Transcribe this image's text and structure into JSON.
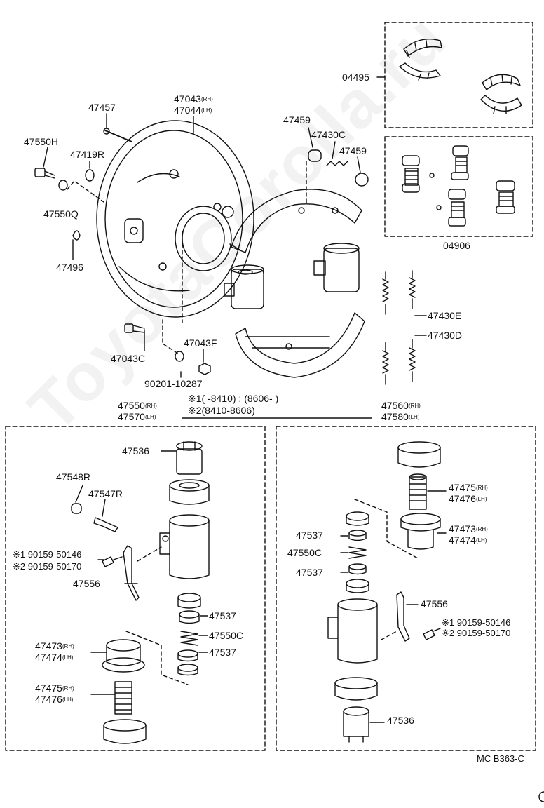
{
  "watermark": "ToyotaCorolla.ru",
  "footer_code": "MC B363-C",
  "kits": {
    "shoe_kit": "04495",
    "cylinder_kit": "04906"
  },
  "backing_plate": {
    "parts": {
      "p47457": "47457",
      "p47043_rh": "47043",
      "p47043_rh_sfx": "(RH)",
      "p47044_lh": "47044",
      "p47044_lh_sfx": "(LH)",
      "p47550h": "47550H",
      "p47419r": "47419R",
      "p47550q": "47550Q",
      "p47496": "47496",
      "p47043c": "47043C",
      "p47043f": "47043F",
      "p90201": "90201-10287",
      "p47459_a": "47459",
      "p47430c": "47430C",
      "p47459_b": "47459",
      "p47430e": "47430E",
      "p47430d": "47430D"
    }
  },
  "date_note": {
    "line1": "※1(     -8410) ; (8606-       )",
    "line2": "※2(8410-8606)"
  },
  "left_cylinder": {
    "title_rh": "47550",
    "title_rh_sfx": "(RH)",
    "title_lh": "47570",
    "title_lh_sfx": "(LH)",
    "parts": {
      "p47536": "47536",
      "p47548r": "47548R",
      "p47547r": "47547R",
      "bolt1": "※1 90159-50146",
      "bolt2": "※2 90159-50170",
      "p47556": "47556",
      "p47537_a": "47537",
      "p47550c": "47550C",
      "p47537_b": "47537",
      "p47473": "47473",
      "p47473_sfx": "(RH)",
      "p47474": "47474",
      "p47474_sfx": "(LH)",
      "p47475": "47475",
      "p47475_sfx": "(RH)",
      "p47476": "47476",
      "p47476_sfx": "(LH)"
    }
  },
  "right_cylinder": {
    "title_rh": "47560",
    "title_rh_sfx": "(RH)",
    "title_lh": "47580",
    "title_lh_sfx": "(LH)",
    "parts": {
      "p47475": "47475",
      "p47475_sfx": "(RH)",
      "p47476": "47476",
      "p47476_sfx": "(LH)",
      "p47473": "47473",
      "p47473_sfx": "(RH)",
      "p47474": "47474",
      "p47474_sfx": "(LH)",
      "p47537_a": "47537",
      "p47550c": "47550C",
      "p47537_b": "47537",
      "p47556": "47556",
      "bolt1": "※1 90159-50146",
      "bolt2": "※2 90159-50170",
      "p47536": "47536"
    }
  }
}
